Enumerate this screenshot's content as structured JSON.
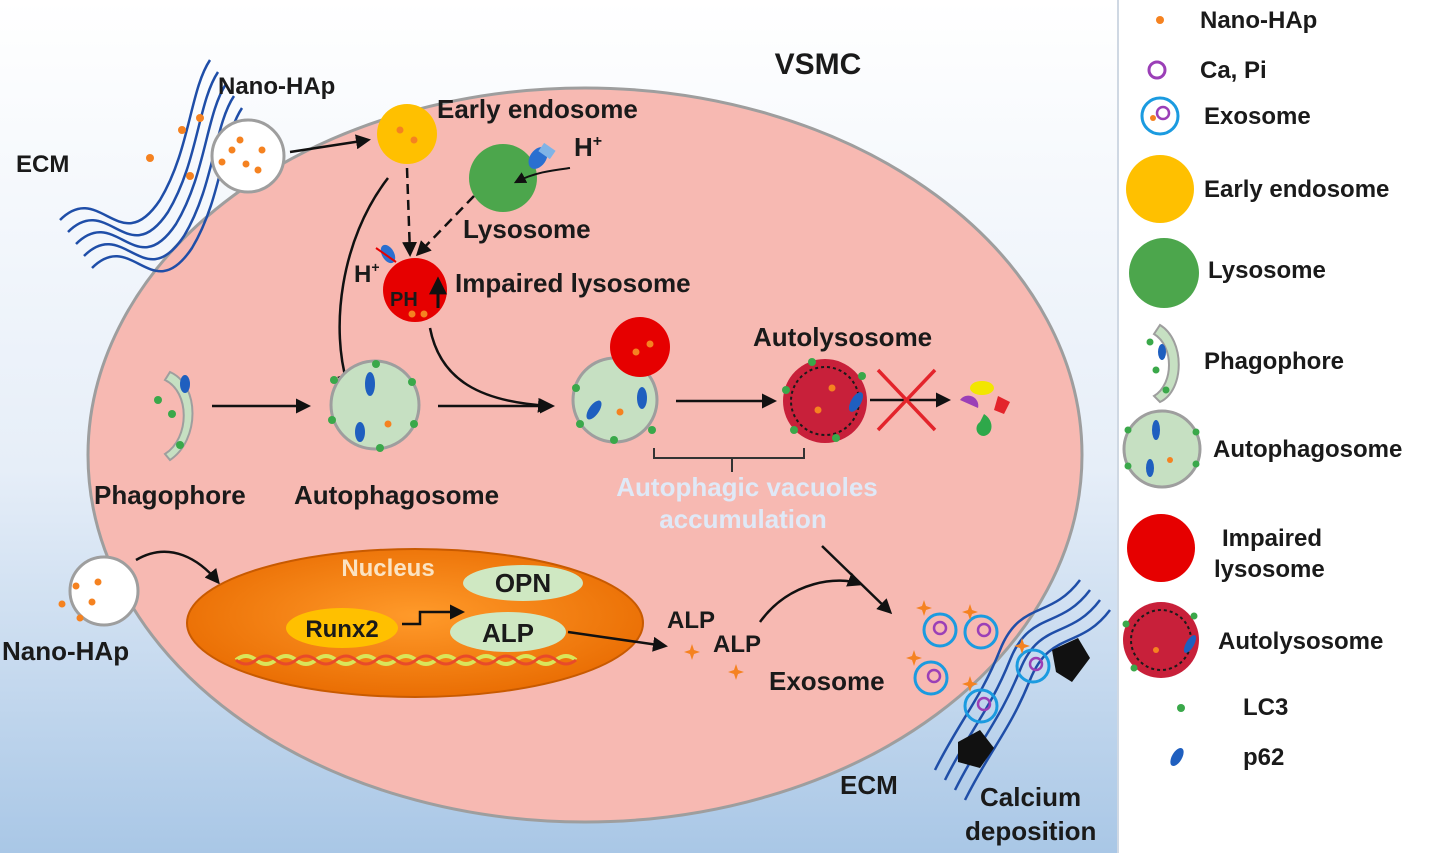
{
  "diagram": {
    "cell_label": "VSMC",
    "ecm_label": "ECM",
    "nano_hap_label": "Nano-HAp",
    "early_endosome_label": "Early endosome",
    "lysosome_label": "Lysosome",
    "proton_label": "H",
    "proton_sup": "+",
    "ph_label": "PH",
    "impaired_lysosome_label": "Impaired lysosome",
    "autolysosome_label": "Autolysosome",
    "phagophore_label": "Phagophore",
    "autophagosome_label": "Autophagosome",
    "vacuoles_line1": "Autophagic vacuoles",
    "vacuoles_line2": "accumulation",
    "nucleus_label": "Nucleus",
    "opn_label": "OPN",
    "runx2_label": "Runx2",
    "alp_label": "ALP",
    "alp_free_1": "ALP",
    "alp_free_2": "ALP",
    "exosome_label": "Exosome",
    "ecm_bottom_label": "ECM",
    "calcium_line1": "Calcium",
    "calcium_line2": "deposition"
  },
  "legend": {
    "items": [
      {
        "label": "Nano-HAp",
        "icon": "nano-hap-dot-icon"
      },
      {
        "label": "Ca, Pi",
        "icon": "ca-pi-ring-icon"
      },
      {
        "label": "Exosome",
        "icon": "exosome-icon"
      },
      {
        "label": "Early endosome",
        "icon": "early-endosome-icon"
      },
      {
        "label": "Lysosome",
        "icon": "lysosome-icon"
      },
      {
        "label": "Phagophore",
        "icon": "phagophore-icon"
      },
      {
        "label": "Autophagosome",
        "icon": "autophagosome-icon"
      },
      {
        "label": "Impaired",
        "label2": "lysosome",
        "icon": "impaired-lysosome-icon"
      },
      {
        "label": "Autolysosome",
        "icon": "autolysosome-icon"
      },
      {
        "label": "LC3",
        "icon": "lc3-dot-icon"
      },
      {
        "label": "p62",
        "icon": "p62-ellipse-icon"
      }
    ]
  },
  "colors": {
    "cell_fill": "#f7b9b2",
    "background_top": "#ffffff",
    "background_bottom": "#a9c7e6",
    "early_endosome": "#ffc000",
    "lysosome": "#4ca64c",
    "impaired_lysosome": "#e60000",
    "autolysosome": "#c8203a",
    "nucleus": "#f07800",
    "nano_hap": "#f58220",
    "lc3": "#3aa84a",
    "p62": "#1f5fbf",
    "ecm_fiber": "#1f4ea8",
    "vacuole_text": "#dfe9f7"
  }
}
